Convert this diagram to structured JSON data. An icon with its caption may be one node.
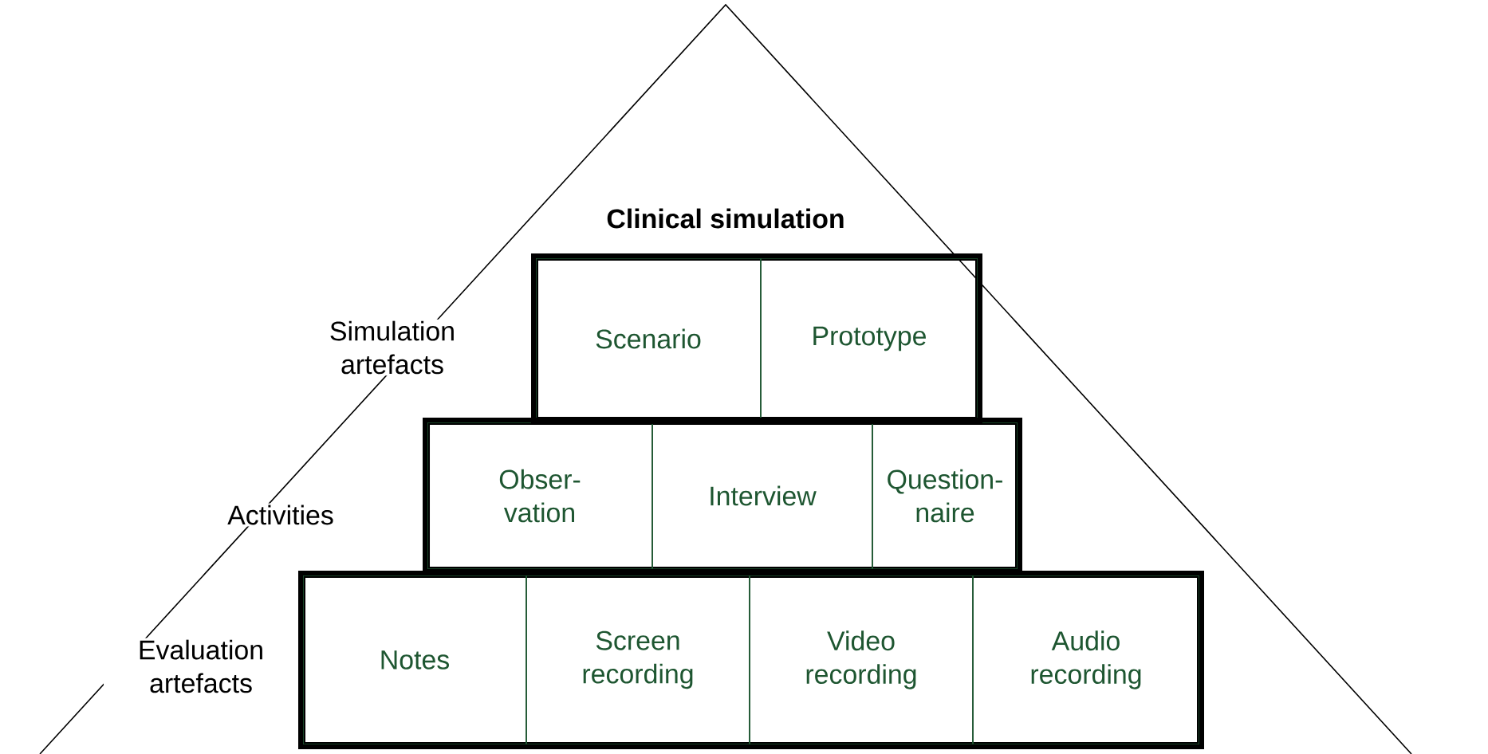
{
  "diagram": {
    "title": "Clinical simulation",
    "nodes": [
      {
        "text": [],
        "shape": "box"
      },
      {
        "text": [
          "Scenario"
        ],
        "in": 0
      },
      {
        "text": [
          "Prototype"
        ],
        "in": 0
      },
      {
        "text": [],
        "shape": "box"
      },
      {
        "text": [
          "Obser- vation"
        ],
        "in": 3
      },
      {
        "text": [
          "Interview"
        ],
        "in": 3
      },
      {
        "text": [
          "Question- naire"
        ],
        "in": 3
      },
      {
        "text": [],
        "shape": "box"
      },
      {
        "text": [
          "Notes"
        ],
        "in": 7
      },
      {
        "text": [
          "Screen recording"
        ],
        "in": 7
      },
      {
        "text": [
          "Video recording"
        ],
        "in": 7
      },
      {
        "text": [
          "Audio recording"
        ],
        "in": 7
      }
    ],
    "edges": [],
    "labels": [
      "Simulation artefacts",
      "Activities",
      "Evaluation artefacts"
    ]
  }
}
